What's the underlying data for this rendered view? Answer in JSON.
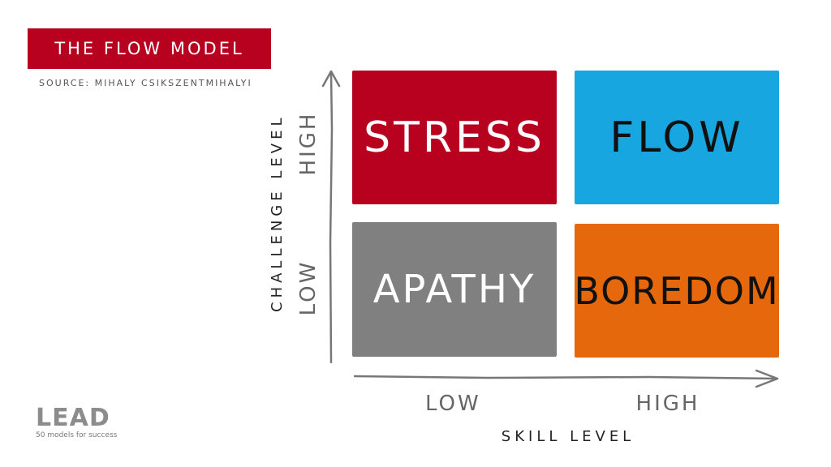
{
  "title": "THE FLOW MODEL",
  "source": "SOURCE: MIHALY CSIKSZENTMIHALYI",
  "quadrants": {
    "stress": {
      "label": "STRESS",
      "bg": "#b8001f",
      "fg": "#ffffff"
    },
    "flow": {
      "label": "FLOW",
      "bg": "#18a6e0",
      "fg": "#111111"
    },
    "apathy": {
      "label": "APATHY",
      "bg": "#808080",
      "fg": "#ffffff"
    },
    "boredom": {
      "label": "BOREDOM",
      "bg": "#e5680c",
      "fg": "#111111"
    }
  },
  "axes": {
    "x_label": "SKILL LEVEL",
    "x_low": "LOW",
    "x_high": "HIGH",
    "y_label": "CHALLENGE LEVEL",
    "y_low": "LOW",
    "y_high": "HIGH",
    "color": "#777777"
  },
  "brand": {
    "name": "LEAD",
    "tagline": "50 models for success"
  }
}
